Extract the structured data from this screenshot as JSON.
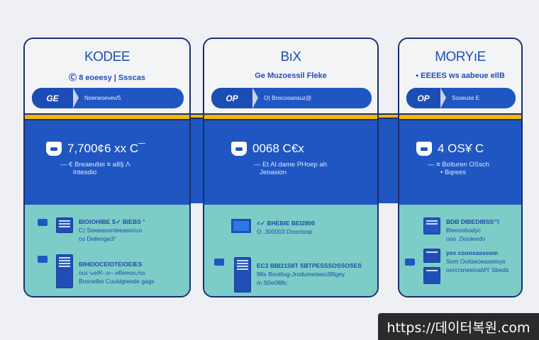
{
  "cards": [
    {
      "title": "KODEE",
      "subtitle": "Ⓒ  8 eoeesy | Ssscas",
      "pill_icon": "GE",
      "pill_label": "Noeneoevev/5",
      "stat": "7,700¢6 xx C¯",
      "desc1": "— € Breaeultei ≡ a8§ Λ",
      "desc2": "Intesdio",
      "rows": [
        {
          "l1": "BIOIOHIBE S✓ BIEBS °",
          "l2": "C) Soeeaoonteeasocuo",
          "l3": "co Dellenge3°"
        },
        {
          "l1": "BIHEIOCEIOTEIOEIES",
          "l2": "ouc↘e/K-.o--.eBeeos,rss",
          "l3": "Bosnelbo Cuuldgteede gags"
        }
      ]
    },
    {
      "title": "BıX",
      "subtitle": "Ge   Muzoessil Fleke",
      "pill_icon": "OP",
      "pill_label": "O) Bnscooansuz@",
      "stat": "0068 C€x",
      "desc1": "— Et Al.dame PHoep ah",
      "desc2": "Jeoasion",
      "rows": [
        {
          "l1": "≡✓ BHEBIE   BEI2800",
          "l2": "O .300003 Dooctoop",
          "l3": ""
        },
        {
          "l1": "EC3 BBI21S8T SBTPESSSOSSOSES",
          "l2": "98s Boolitvg-Jrodumeteeo38tgey",
          "l3": "m S0e088c"
        }
      ]
    },
    {
      "title": "MORYıE",
      "subtitle": "▪ EEEES ws aabeue eIlB",
      "pill_icon": "OP",
      "pill_label": "Sooeuse E",
      "stat": "4 OS¥̇ C",
      "desc1": "— ≡ Bolturen OSsch",
      "desc2": "• Bqrees",
      "rows": [
        {
          "l1": "BDB DIBEDIBSS°'/",
          "l2": "Bleeoobodyc",
          "l3": "ooo .Dooleedo"
        },
        {
          "l1": "yex coonsasseom",
          "l2": "Som Ootlseoeasetoye",
          "l3": "oorcrsneeioaMY Sbeds"
        }
      ]
    }
  ],
  "colors": {
    "blue": "#1f56c2",
    "yellow": "#f2b705",
    "teal": "#7ccdc7",
    "border": "#1a2f6e"
  },
  "watermark": "https://데이터복원.com"
}
